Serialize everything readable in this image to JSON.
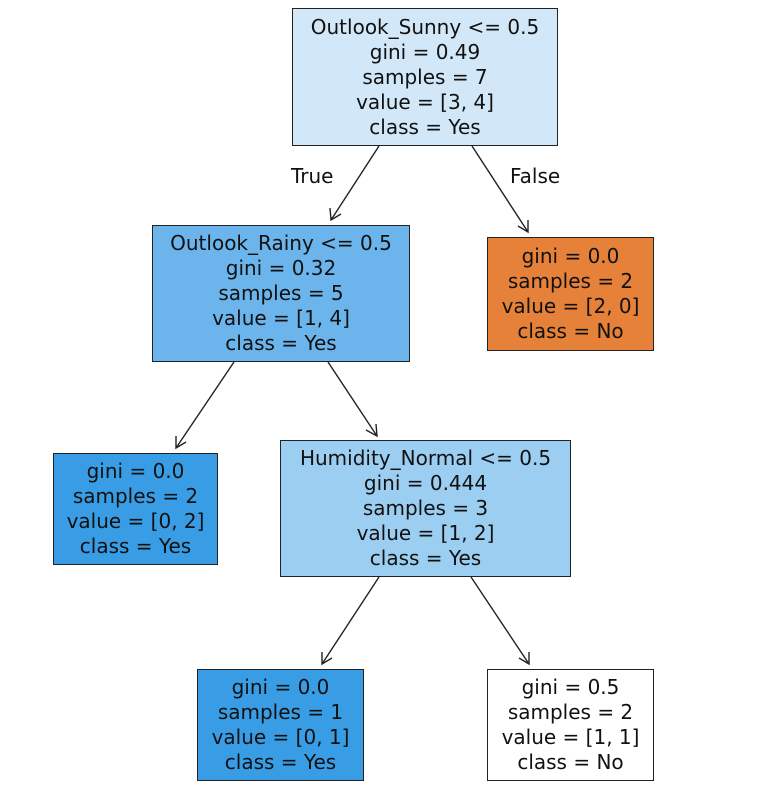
{
  "tree": {
    "nodes": [
      {
        "id": "n0",
        "lines": [
          "Outlook_Sunny <= 0.5",
          "gini = 0.49",
          "samples = 7",
          "value = [3, 4]",
          "class = Yes"
        ],
        "fill": "#d2e8f9"
      },
      {
        "id": "n1",
        "lines": [
          "Outlook_Rainy <= 0.5",
          "gini = 0.32",
          "samples = 5",
          "value = [1, 4]",
          "class = Yes"
        ],
        "fill": "#6bb5ec"
      },
      {
        "id": "n2",
        "lines": [
          "gini = 0.0",
          "samples = 2",
          "value = [2, 0]",
          "class = No"
        ],
        "fill": "#e58139"
      },
      {
        "id": "n3",
        "lines": [
          "gini = 0.0",
          "samples = 2",
          "value = [0, 2]",
          "class = Yes"
        ],
        "fill": "#399de5"
      },
      {
        "id": "n4",
        "lines": [
          "Humidity_Normal <= 0.5",
          "gini = 0.444",
          "samples = 3",
          "value = [1, 2]",
          "class = Yes"
        ],
        "fill": "#9ccef2"
      },
      {
        "id": "n5",
        "lines": [
          "gini = 0.0",
          "samples = 1",
          "value = [0, 1]",
          "class = Yes"
        ],
        "fill": "#399de5"
      },
      {
        "id": "n6",
        "lines": [
          "gini = 0.5",
          "samples = 2",
          "value = [1, 1]",
          "class = No"
        ],
        "fill": "#ffffff"
      }
    ],
    "edges": [
      {
        "from": "n0",
        "to": "n1"
      },
      {
        "from": "n0",
        "to": "n2"
      },
      {
        "from": "n1",
        "to": "n3"
      },
      {
        "from": "n1",
        "to": "n4"
      },
      {
        "from": "n4",
        "to": "n5"
      },
      {
        "from": "n4",
        "to": "n6"
      }
    ],
    "edge_labels": {
      "true": "True",
      "false": "False"
    }
  }
}
